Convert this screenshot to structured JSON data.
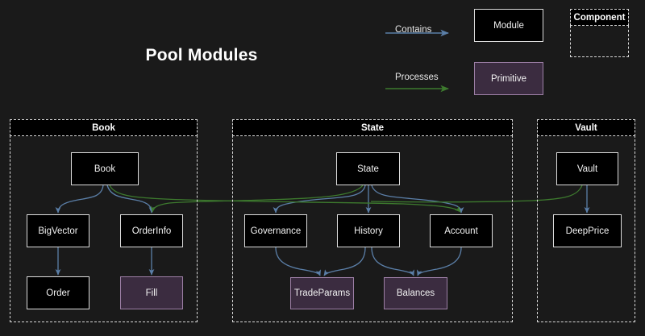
{
  "page": {
    "title": "Pool Modules",
    "background_color": "#1a1a1a"
  },
  "colors": {
    "contains_edge": "#5b7fa8",
    "processes_edge": "#3d7a2e",
    "module_fill": "#000000",
    "module_border": "#dcdcdc",
    "primitive_fill": "#3b2c40",
    "primitive_border": "#9d7fa6",
    "container_border": "#d8d8d8",
    "text": "#f2f2f2"
  },
  "legend": {
    "contains_label": "Contains",
    "processes_label": "Processes",
    "module_label": "Module",
    "primitive_label": "Primitive",
    "component_label": "Component"
  },
  "containers": [
    {
      "id": "book",
      "label": "Book"
    },
    {
      "id": "state",
      "label": "State"
    },
    {
      "id": "vault",
      "label": "Vault"
    }
  ],
  "nodes": {
    "book": {
      "label": "Book",
      "kind": "module"
    },
    "bigvector": {
      "label": "BigVector",
      "kind": "module"
    },
    "orderinfo": {
      "label": "OrderInfo",
      "kind": "module"
    },
    "order": {
      "label": "Order",
      "kind": "module"
    },
    "fill": {
      "label": "Fill",
      "kind": "primitive"
    },
    "state": {
      "label": "State",
      "kind": "module"
    },
    "governance": {
      "label": "Governance",
      "kind": "module"
    },
    "history": {
      "label": "History",
      "kind": "module"
    },
    "account": {
      "label": "Account",
      "kind": "module"
    },
    "tradeparams": {
      "label": "TradeParams",
      "kind": "primitive"
    },
    "balances": {
      "label": "Balances",
      "kind": "primitive"
    },
    "vault": {
      "label": "Vault",
      "kind": "module"
    },
    "deepprice": {
      "label": "DeepPrice",
      "kind": "module"
    }
  },
  "edges": [
    {
      "from": "book",
      "to": "bigvector",
      "type": "contains"
    },
    {
      "from": "book",
      "to": "orderinfo",
      "type": "contains"
    },
    {
      "from": "bigvector",
      "to": "order",
      "type": "contains"
    },
    {
      "from": "orderinfo",
      "to": "fill",
      "type": "contains"
    },
    {
      "from": "state",
      "to": "governance",
      "type": "contains"
    },
    {
      "from": "state",
      "to": "history",
      "type": "contains"
    },
    {
      "from": "state",
      "to": "account",
      "type": "contains"
    },
    {
      "from": "governance",
      "to": "tradeparams",
      "type": "contains"
    },
    {
      "from": "history",
      "to": "tradeparams",
      "type": "contains"
    },
    {
      "from": "history",
      "to": "balances",
      "type": "contains"
    },
    {
      "from": "account",
      "to": "balances",
      "type": "contains"
    },
    {
      "from": "vault",
      "to": "deepprice",
      "type": "contains"
    },
    {
      "from": "book",
      "to": "account",
      "type": "processes"
    },
    {
      "from": "state",
      "to": "orderinfo",
      "type": "processes"
    },
    {
      "from": "vault",
      "to": "orderinfo",
      "type": "processes"
    }
  ]
}
